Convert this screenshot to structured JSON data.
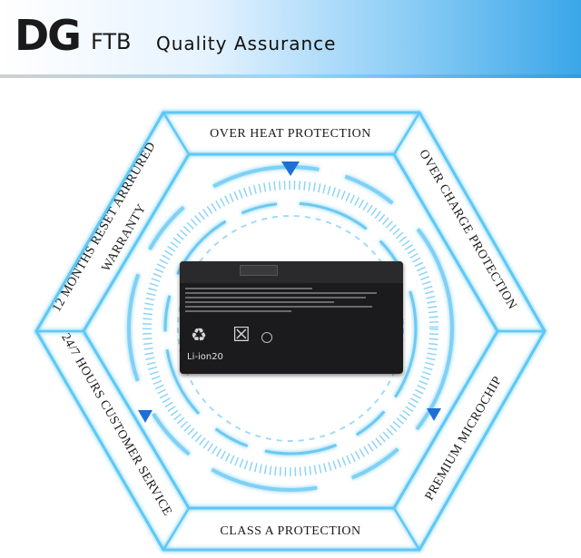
{
  "header": {
    "logo_dg": "DG",
    "logo_ftb": "FTB",
    "tagline": "Quality Assurance"
  },
  "features": {
    "top": "OVER HEAT PROTECTION",
    "upper_right": "OVER CHARGE PROTECTION",
    "lower_right": "PREMIUM MICROCHIP",
    "bottom": "CLASS A PROTECTION",
    "lower_left": "24/7 HOURS CUSTOMER SERVICE",
    "upper_left_line1": "12 MONTHS RESET ARRRURED",
    "upper_left_line2": "WARRANTY"
  },
  "battery": {
    "brand_text": "Li-ion20",
    "icons": [
      "recycle-icon",
      "crossed-bin-icon"
    ]
  },
  "colors": {
    "accent": "#2a9de6",
    "glow": "#5ec8f5",
    "arrow": "#1f6fd6"
  }
}
